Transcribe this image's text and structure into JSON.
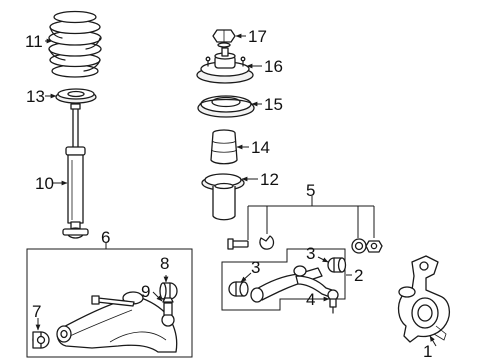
{
  "callouts": {
    "c1": "1",
    "c2": "2",
    "c3a": "3",
    "c3b": "3",
    "c4": "4",
    "c5": "5",
    "c6": "6",
    "c7": "7",
    "c8": "8",
    "c9": "9",
    "c10": "10",
    "c11": "11",
    "c12": "12",
    "c13": "13",
    "c14": "14",
    "c15": "15",
    "c16": "16",
    "c17": "17"
  },
  "colors": {
    "line": "#1a1a1a",
    "background": "#ffffff"
  }
}
